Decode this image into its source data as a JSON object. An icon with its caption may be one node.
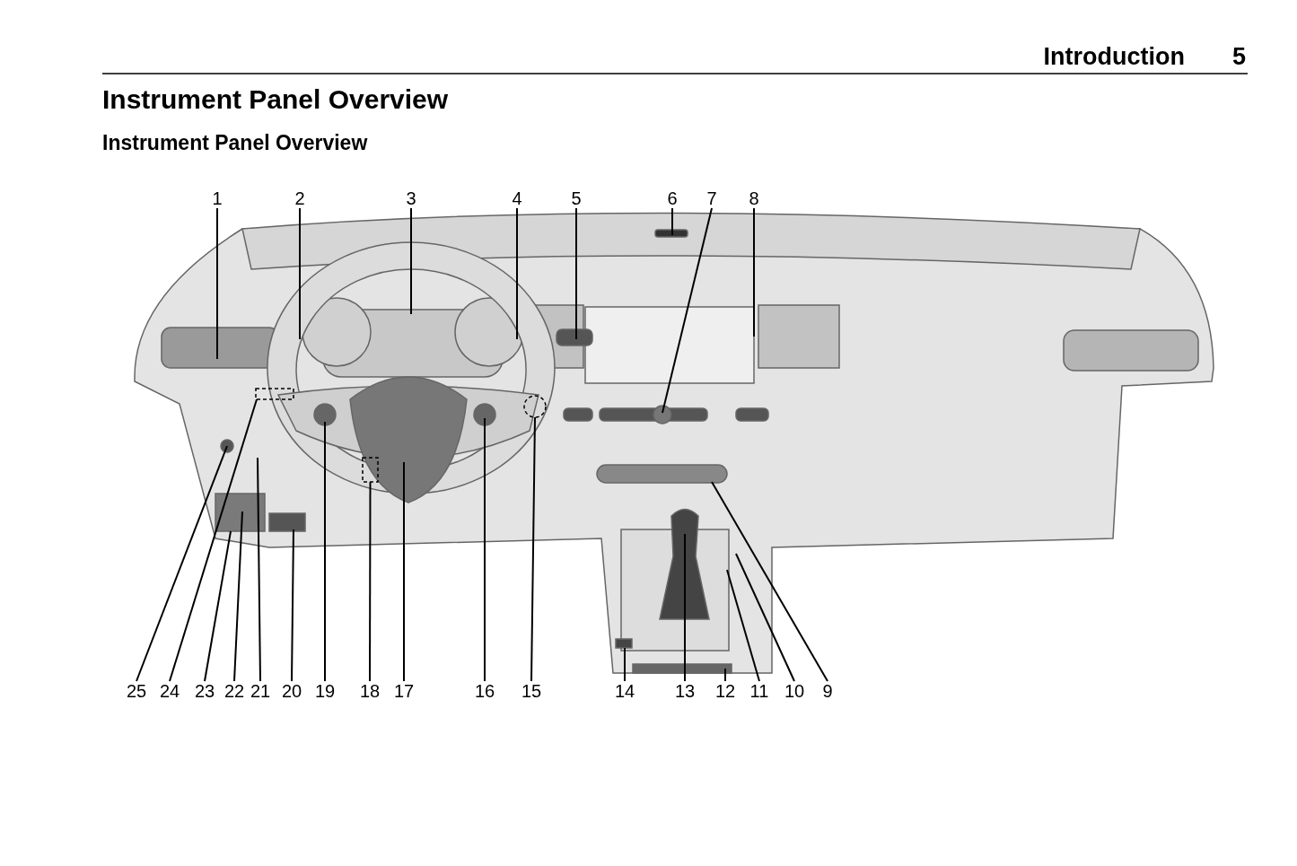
{
  "diagram": {
    "title": "Instrument Panel Overview",
    "nodes": [
      {
        "text": [
          "1"
        ]
      },
      {
        "text": [
          "2"
        ]
      },
      {
        "text": [
          "3"
        ]
      },
      {
        "text": [
          "4"
        ]
      },
      {
        "text": [
          "5"
        ]
      },
      {
        "text": [
          "6"
        ]
      },
      {
        "text": [
          "7"
        ]
      },
      {
        "text": [
          "8"
        ]
      },
      {
        "text": [
          "25"
        ]
      },
      {
        "text": [
          "24"
        ]
      },
      {
        "text": [
          "23"
        ]
      },
      {
        "text": [
          "22"
        ]
      },
      {
        "text": [
          "21"
        ]
      },
      {
        "text": [
          "20"
        ]
      },
      {
        "text": [
          "19"
        ]
      },
      {
        "text": [
          "18"
        ]
      },
      {
        "text": [
          "17"
        ]
      },
      {
        "text": [
          "16"
        ]
      },
      {
        "text": [
          "15"
        ]
      },
      {
        "text": [
          "14"
        ]
      },
      {
        "text": [
          "13"
        ]
      },
      {
        "text": [
          "12"
        ]
      },
      {
        "text": [
          "11"
        ]
      },
      {
        "text": [
          "10"
        ]
      },
      {
        "text": [
          "9"
        ]
      },
      {
        "text": [],
        "shape": "box"
      },
      {
        "text": [],
        "shape": "box"
      },
      {
        "text": [],
        "shape": "circle"
      }
    ],
    "edges": [
      {
        "from": 0,
        "to": null,
        "arrow": "none"
      },
      {
        "from": 1,
        "to": null,
        "arrow": "none"
      },
      {
        "from": 2,
        "to": null,
        "arrow": "none"
      },
      {
        "from": 3,
        "to": null,
        "arrow": "none"
      },
      {
        "from": 4,
        "to": null,
        "arrow": "none"
      },
      {
        "from": 5,
        "to": null,
        "arrow": "none"
      },
      {
        "from": 6,
        "to": null,
        "arrow": "none"
      },
      {
        "from": 7,
        "to": null,
        "arrow": "none"
      },
      {
        "from": 8,
        "to": null,
        "arrow": "none"
      },
      {
        "from": 9,
        "to": 25,
        "arrow": "none"
      },
      {
        "from": 10,
        "to": null,
        "arrow": "none"
      },
      {
        "from": 11,
        "to": null,
        "arrow": "none"
      },
      {
        "from": 12,
        "to": null,
        "arrow": "none"
      },
      {
        "from": 13,
        "to": null,
        "arrow": "none"
      },
      {
        "from": 14,
        "to": null,
        "arrow": "none"
      },
      {
        "from": 15,
        "to": 26,
        "arrow": "none"
      },
      {
        "from": 16,
        "to": null,
        "arrow": "none"
      },
      {
        "from": 17,
        "to": null,
        "arrow": "none"
      },
      {
        "from": 18,
        "to": 27,
        "arrow": "none"
      },
      {
        "from": 19,
        "to": null,
        "arrow": "none"
      },
      {
        "from": 20,
        "to": null,
        "arrow": "none"
      },
      {
        "from": 21,
        "to": null,
        "arrow": "none"
      },
      {
        "from": 22,
        "to": null,
        "arrow": "none"
      },
      {
        "from": 23,
        "to": null,
        "arrow": "none"
      },
      {
        "from": 24,
        "to": null,
        "arrow": "none"
      }
    ],
    "labels": [
      "Introduction",
      "5",
      "Instrument Panel Overview"
    ]
  }
}
